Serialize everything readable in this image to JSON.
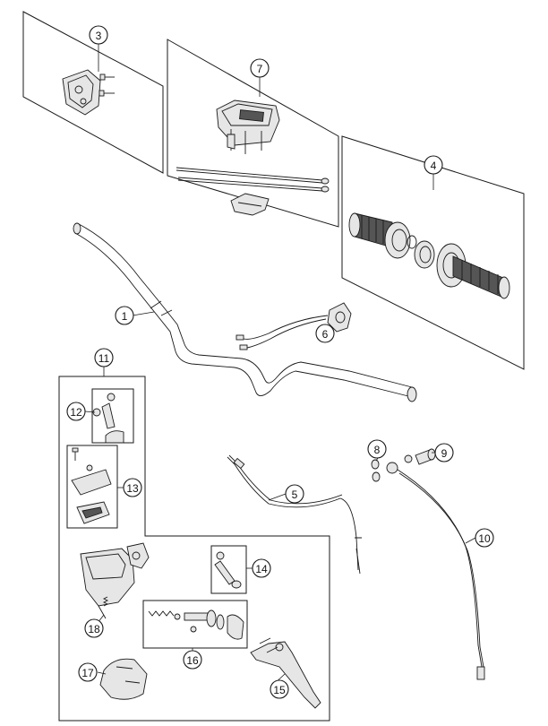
{
  "callouts": {
    "c1": "1",
    "c3": "3",
    "c4": "4",
    "c5": "5",
    "c6": "6",
    "c7": "7",
    "c8": "8",
    "c9": "9",
    "c10": "10",
    "c11": "11",
    "c12": "12",
    "c13": "13",
    "c14": "14",
    "c15": "15",
    "c16": "16",
    "c17": "17",
    "c18": "18"
  },
  "colors": {
    "line": "#1a1a1a",
    "part_fill": "#e6e6e6",
    "grip_dark": "#555555"
  }
}
